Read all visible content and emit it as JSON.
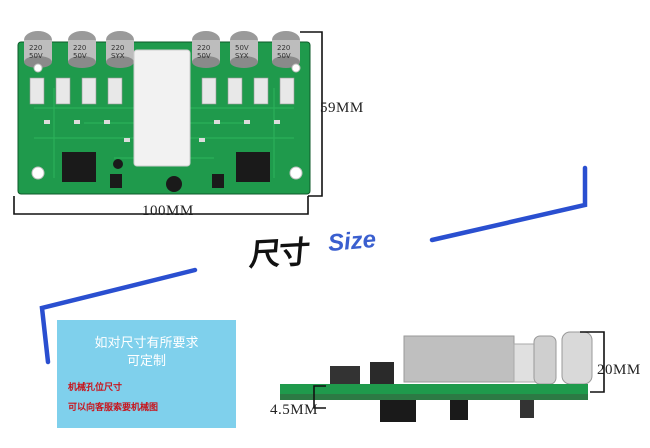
{
  "dimensions": {
    "width_label": "100MM",
    "height_label": "59MM",
    "thickness_label": "20MM",
    "pcb_label": "4.5MM"
  },
  "title": {
    "chinese": "尺寸",
    "english": "Size"
  },
  "info_box": {
    "heading_line1": "如对尺寸有所要求",
    "heading_line2": "可定制",
    "note_line1": "机械孔位尺寸",
    "note_line2": "可以向客服索要机械图"
  },
  "capacitor_labels": [
    "220",
    "50V",
    "SYX"
  ],
  "colors": {
    "pcb_green": "#1f9a4c",
    "accent_blue": "#2a4fd0",
    "info_box": "#7fd0ec",
    "note_red": "#c8141c"
  }
}
